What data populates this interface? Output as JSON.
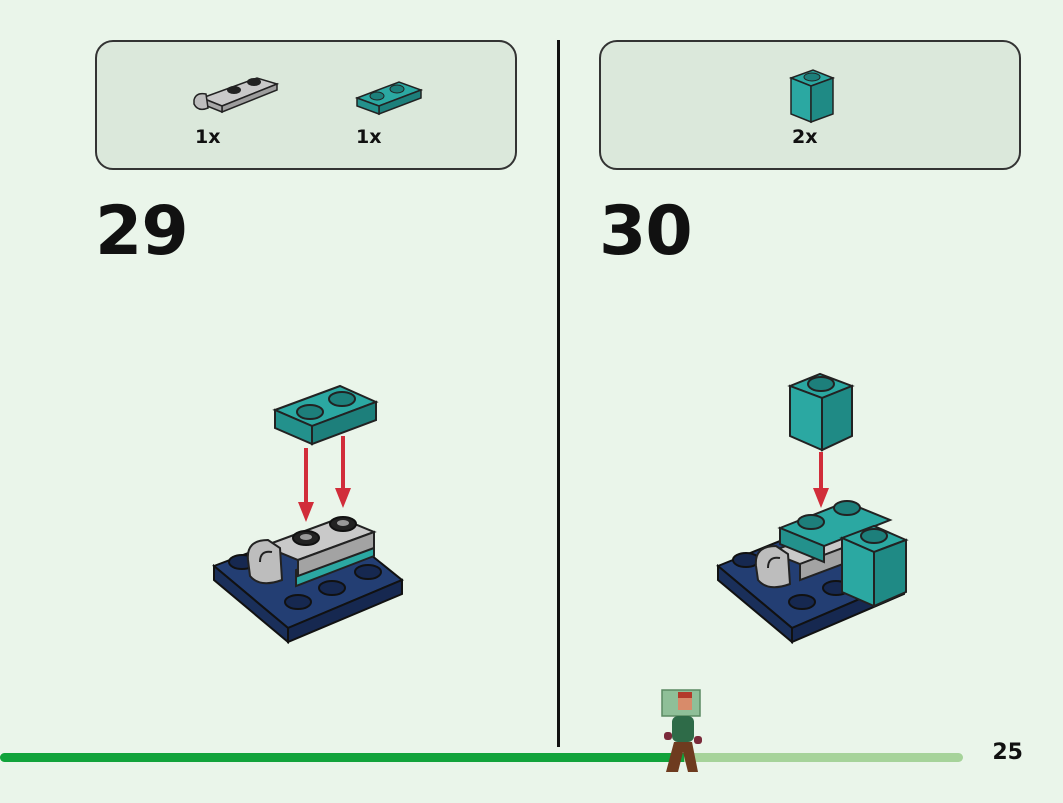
{
  "steps": [
    {
      "number": "29",
      "parts": [
        {
          "name": "gray-clip-plate",
          "qty": "1x"
        },
        {
          "name": "teal-plate-1x2",
          "qty": "1x"
        }
      ]
    },
    {
      "number": "30",
      "parts": [
        {
          "name": "teal-brick-1x1",
          "qty": "2x"
        }
      ]
    }
  ],
  "page_number": "25",
  "progress": {
    "fraction": 0.71
  },
  "colors": {
    "teal": "#2ba8a2",
    "teal_dark": "#1d7f7b",
    "navy": "#233e73",
    "gray": "#b9b9b9",
    "arrow": "#d12d3a",
    "progress_fill": "#11a33b",
    "progress_track": "#a6d39a"
  }
}
